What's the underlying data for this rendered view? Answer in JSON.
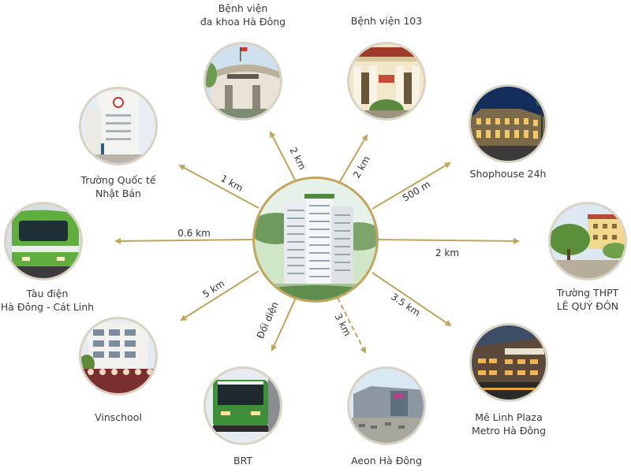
{
  "colors": {
    "arrow": "#c2a45c",
    "ring": "#c2a45c",
    "text": "#3a3a3a"
  },
  "center": {
    "name": "central-building"
  },
  "nodes": [
    {
      "id": "hospital-hadong",
      "line1": "Bệnh viện",
      "line2": "đa khoa Hà Đông",
      "distance": "2 km",
      "icon": "hospital-icon"
    },
    {
      "id": "hospital-103",
      "line1": "Bệnh viện 103",
      "line2": "",
      "distance": "2 km",
      "icon": "hospital-icon"
    },
    {
      "id": "shophouse",
      "line1": "Shophouse 24h",
      "line2": "",
      "distance": "500 m",
      "icon": "shophouse-icon"
    },
    {
      "id": "high-school",
      "line1": "Trường THPT",
      "line2": "LÊ QUÝ ĐÔN",
      "distance": "2 km",
      "icon": "school-icon"
    },
    {
      "id": "melinh-plaza",
      "line1": "Mê Linh Plaza",
      "line2": "Metro Hà Đông",
      "distance": "3.5 km",
      "icon": "mall-icon"
    },
    {
      "id": "aeon",
      "line1": "Aeon Hà Đông",
      "line2": "",
      "distance": "3 km",
      "icon": "mall-icon"
    },
    {
      "id": "brt",
      "line1": "BRT",
      "line2": "",
      "distance": "Đối diện",
      "icon": "bus-icon"
    },
    {
      "id": "vinschool",
      "line1": "Vinschool",
      "line2": "",
      "distance": "5 km",
      "icon": "school-icon"
    },
    {
      "id": "metro",
      "line1": "Tàu điện",
      "line2": "Hà Đông - Cát Linh",
      "distance": "0.6 km",
      "icon": "train-icon"
    },
    {
      "id": "japan-school",
      "line1": "Trường Quốc tế",
      "line2": "Nhật Bản",
      "distance": "1 km",
      "icon": "school-icon"
    }
  ]
}
